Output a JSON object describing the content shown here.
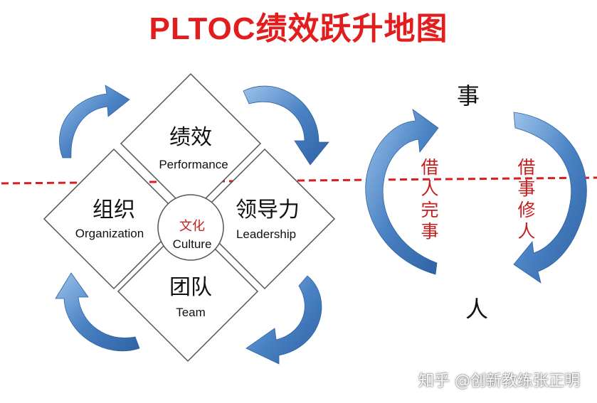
{
  "title": "PLTOC绩效跃升地图",
  "colors": {
    "title": "#e21d1d",
    "arrow": "#3e76b7",
    "arrow_light": "#8fb8e2",
    "dash": "#d42020",
    "red_text": "#c81e1e",
    "line": "#555555"
  },
  "diamond": {
    "top": {
      "zh": "绩效",
      "en": "Performance"
    },
    "left": {
      "zh": "组织",
      "en": "Organization"
    },
    "right": {
      "zh": "领导力",
      "en": "Leadership"
    },
    "bottom": {
      "zh": "团队",
      "en": "Team"
    },
    "center": {
      "zh": "文化",
      "en": "Culture"
    }
  },
  "right_diagram": {
    "top_label": "事",
    "bottom_label": "人",
    "left_text": "借人完事",
    "right_text": "借事修人"
  },
  "watermark": "知乎 @创新教练张正明"
}
